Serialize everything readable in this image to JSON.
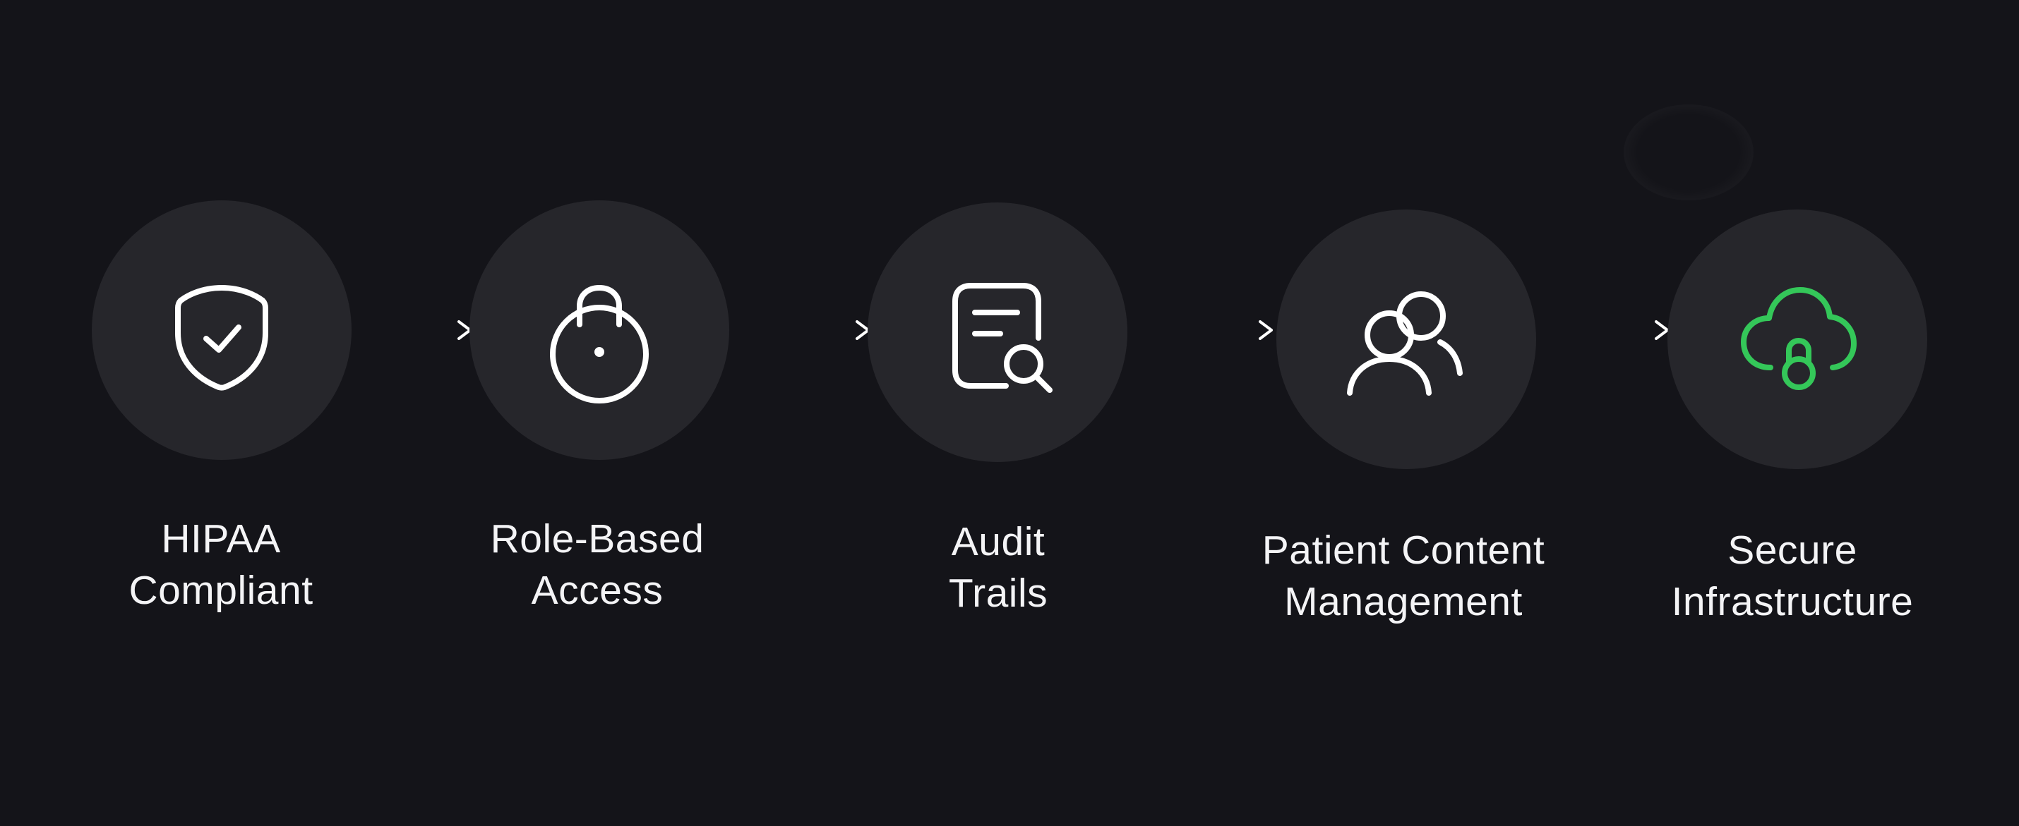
{
  "colors": {
    "background": "#141419",
    "node_fill": "#26262b",
    "icon_stroke": "#ffffff",
    "accent_green": "#34c759",
    "label_text": "#f4f4f6"
  },
  "steps": [
    {
      "label": "HIPAA\nCompliant",
      "icon": "shield-check-icon"
    },
    {
      "label": "Role-Based\nAccess",
      "icon": "padlock-icon"
    },
    {
      "label": "Audit\nTrails",
      "icon": "document-search-icon"
    },
    {
      "label": "Patient Content\nManagement",
      "icon": "users-icon"
    },
    {
      "label": "Secure\nInfrastructure",
      "icon": "cloud-lock-icon"
    }
  ]
}
